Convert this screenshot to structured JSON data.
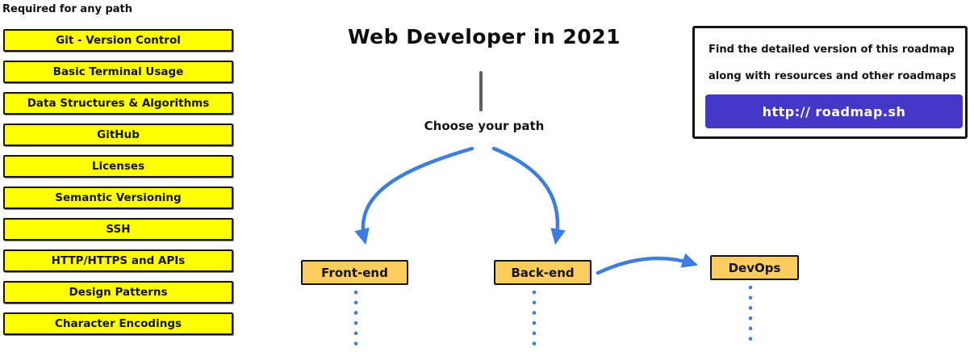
{
  "colors": {
    "highlight_yellow": "#FFFF00",
    "node_orange": "#FACD5D",
    "arrow_blue": "#3C7DE2",
    "button_purple": "#4538C9",
    "line_gray": "#5F5F5F"
  },
  "header": {
    "title": "Web Developer in 2021"
  },
  "sidebar": {
    "heading": "Required for any path",
    "items": [
      {
        "label": "Git - Version Control"
      },
      {
        "label": "Basic Terminal Usage"
      },
      {
        "label": "Data Structures & Algorithms"
      },
      {
        "label": "GitHub"
      },
      {
        "label": "Licenses"
      },
      {
        "label": "Semantic Versioning"
      },
      {
        "label": "SSH"
      },
      {
        "label": "HTTP/HTTPS and APIs"
      },
      {
        "label": "Design Patterns"
      },
      {
        "label": "Character Encodings"
      }
    ]
  },
  "main": {
    "choose_label": "Choose your path",
    "paths": [
      {
        "label": "Front-end"
      },
      {
        "label": "Back-end"
      },
      {
        "label": "DevOps"
      }
    ]
  },
  "info_box": {
    "line1": "Find the detailed version of this roadmap",
    "line2": "along with resources and other roadmaps",
    "button_label": "http:// roadmap.sh"
  }
}
